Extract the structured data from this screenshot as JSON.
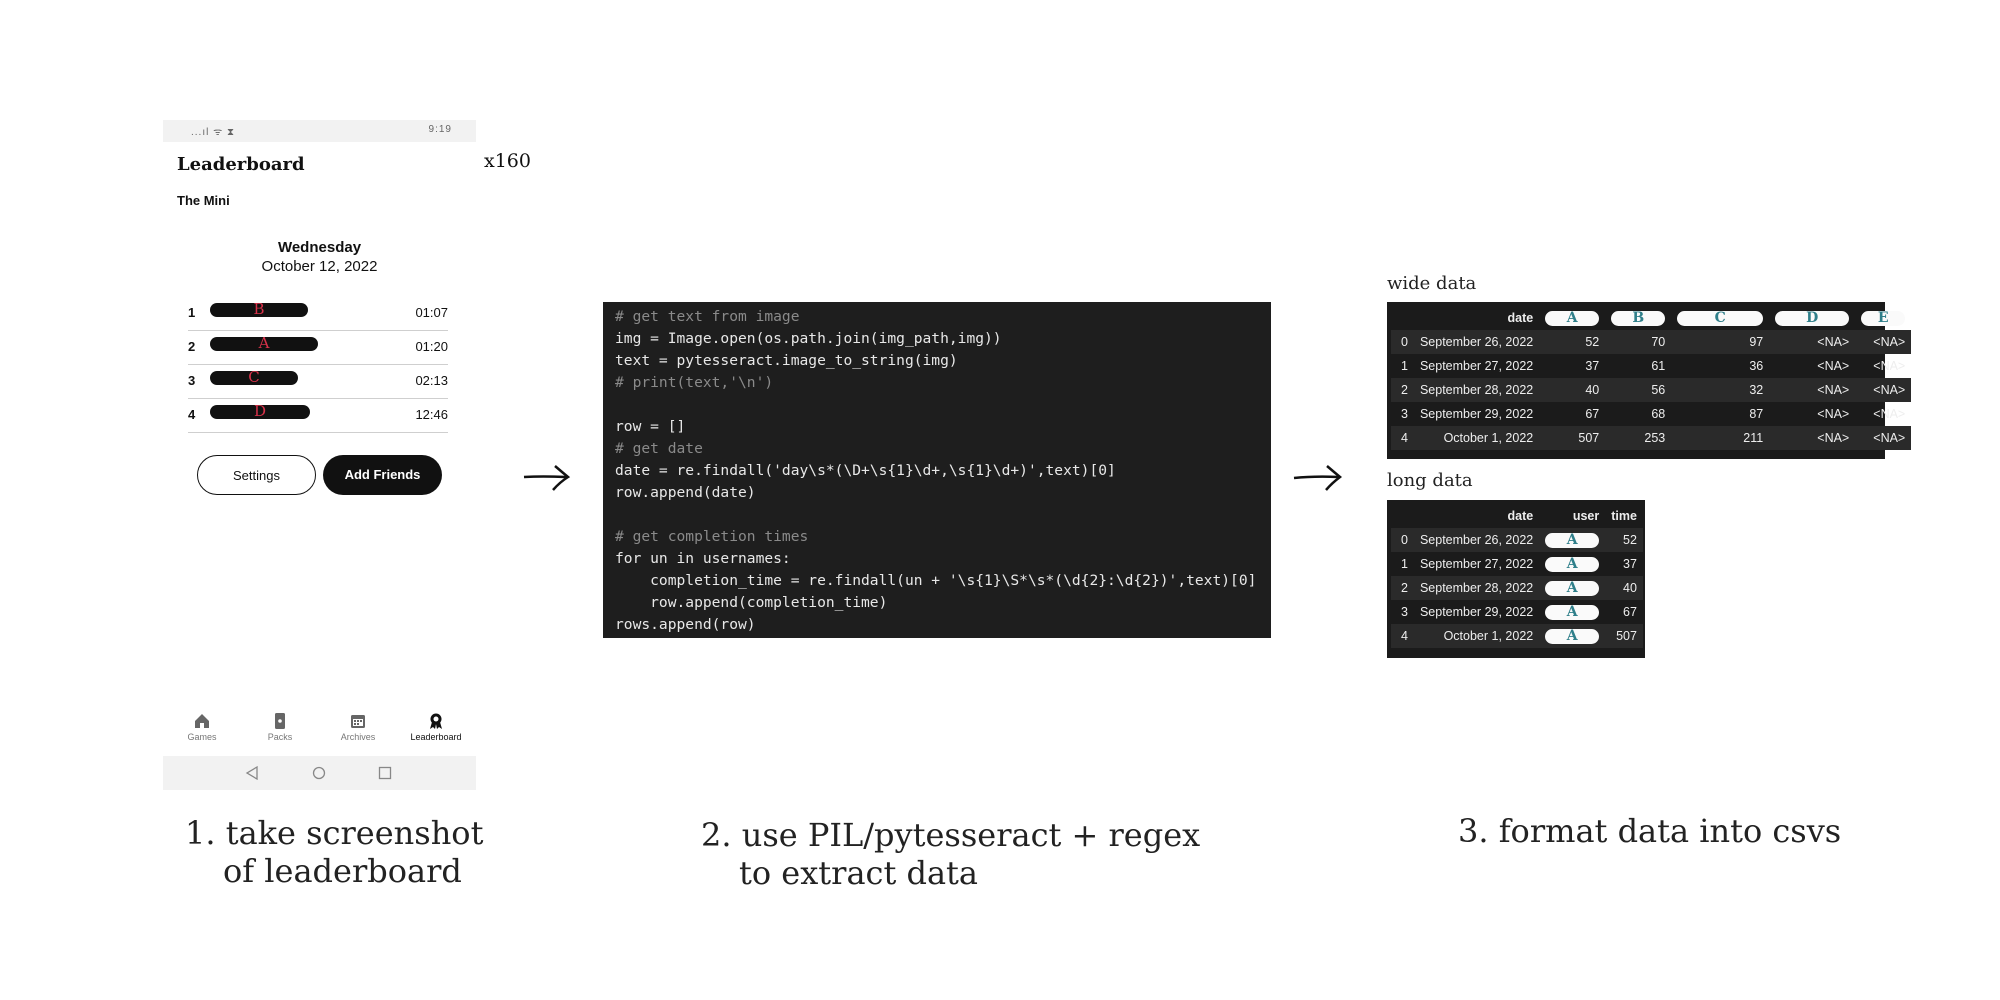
{
  "phone": {
    "status_left": "...ıl ᯤ ⧗",
    "status_time": "9:19",
    "app_title": "Leaderboard",
    "puzzle_name": "The Mini",
    "weekday": "Wednesday",
    "date": "October 12, 2022",
    "leaderboard": [
      {
        "rank": "1",
        "user": "B",
        "time": "01:07"
      },
      {
        "rank": "2",
        "user": "A",
        "time": "01:20"
      },
      {
        "rank": "3",
        "user": "C",
        "time": "02:13"
      },
      {
        "rank": "4",
        "user": "D",
        "time": "12:46"
      }
    ],
    "settings_label": "Settings",
    "add_friends_label": "Add Friends",
    "nav": [
      {
        "label": "Games",
        "icon": "house-icon"
      },
      {
        "label": "Packs",
        "icon": "card-icon"
      },
      {
        "label": "Archives",
        "icon": "calendar-icon"
      },
      {
        "label": "Leaderboard",
        "icon": "ribbon-icon"
      }
    ],
    "system_nav": [
      "back-icon",
      "home-icon",
      "recents-icon"
    ]
  },
  "multiplier": "x160",
  "code_lines": [
    "# get text from image",
    "img = Image.open(os.path.join(img_path,img))",
    "text = pytesseract.image_to_string(img)",
    "# print(text,'\\n')",
    "",
    "row = []",
    "# get date",
    "date = re.findall('day\\s*(\\D+\\s{1}\\d+,\\s{1}\\d+)',text)[0]",
    "row.append(date)",
    "",
    "# get completion times",
    "for un in usernames:",
    "    completion_time = re.findall(un + '\\s{1}\\S*\\s*(\\d{2}:\\d{2})',text)[0]",
    "    row.append(completion_time)",
    "rows.append(row)"
  ],
  "wide_table": {
    "title": "wide data",
    "columns": [
      "",
      "date",
      "A",
      "B",
      "C",
      "D",
      "E"
    ],
    "rows": [
      [
        "0",
        "September 26, 2022",
        "52",
        "70",
        "97",
        "<NA>",
        "<NA>"
      ],
      [
        "1",
        "September 27, 2022",
        "37",
        "61",
        "36",
        "<NA>",
        "<NA>"
      ],
      [
        "2",
        "September 28, 2022",
        "40",
        "56",
        "32",
        "<NA>",
        "<NA>"
      ],
      [
        "3",
        "September 29, 2022",
        "67",
        "68",
        "87",
        "<NA>",
        "<NA>"
      ],
      [
        "4",
        "October 1, 2022",
        "507",
        "253",
        "211",
        "<NA>",
        "<NA>"
      ]
    ]
  },
  "long_table": {
    "title": "long data",
    "columns": [
      "",
      "date",
      "user",
      "time"
    ],
    "rows": [
      [
        "0",
        "September 26, 2022",
        "A",
        "52"
      ],
      [
        "1",
        "September 27, 2022",
        "A",
        "37"
      ],
      [
        "2",
        "September 28, 2022",
        "A",
        "40"
      ],
      [
        "3",
        "September 29, 2022",
        "A",
        "67"
      ],
      [
        "4",
        "October 1, 2022",
        "A",
        "507"
      ]
    ]
  },
  "captions": {
    "step1_line1": "1. take screenshot",
    "step1_line2": "of leaderboard",
    "step2_line1": "2. use PIL/pytesseract + regex",
    "step2_line2": "to extract data",
    "step3": "3. format data into csvs"
  }
}
